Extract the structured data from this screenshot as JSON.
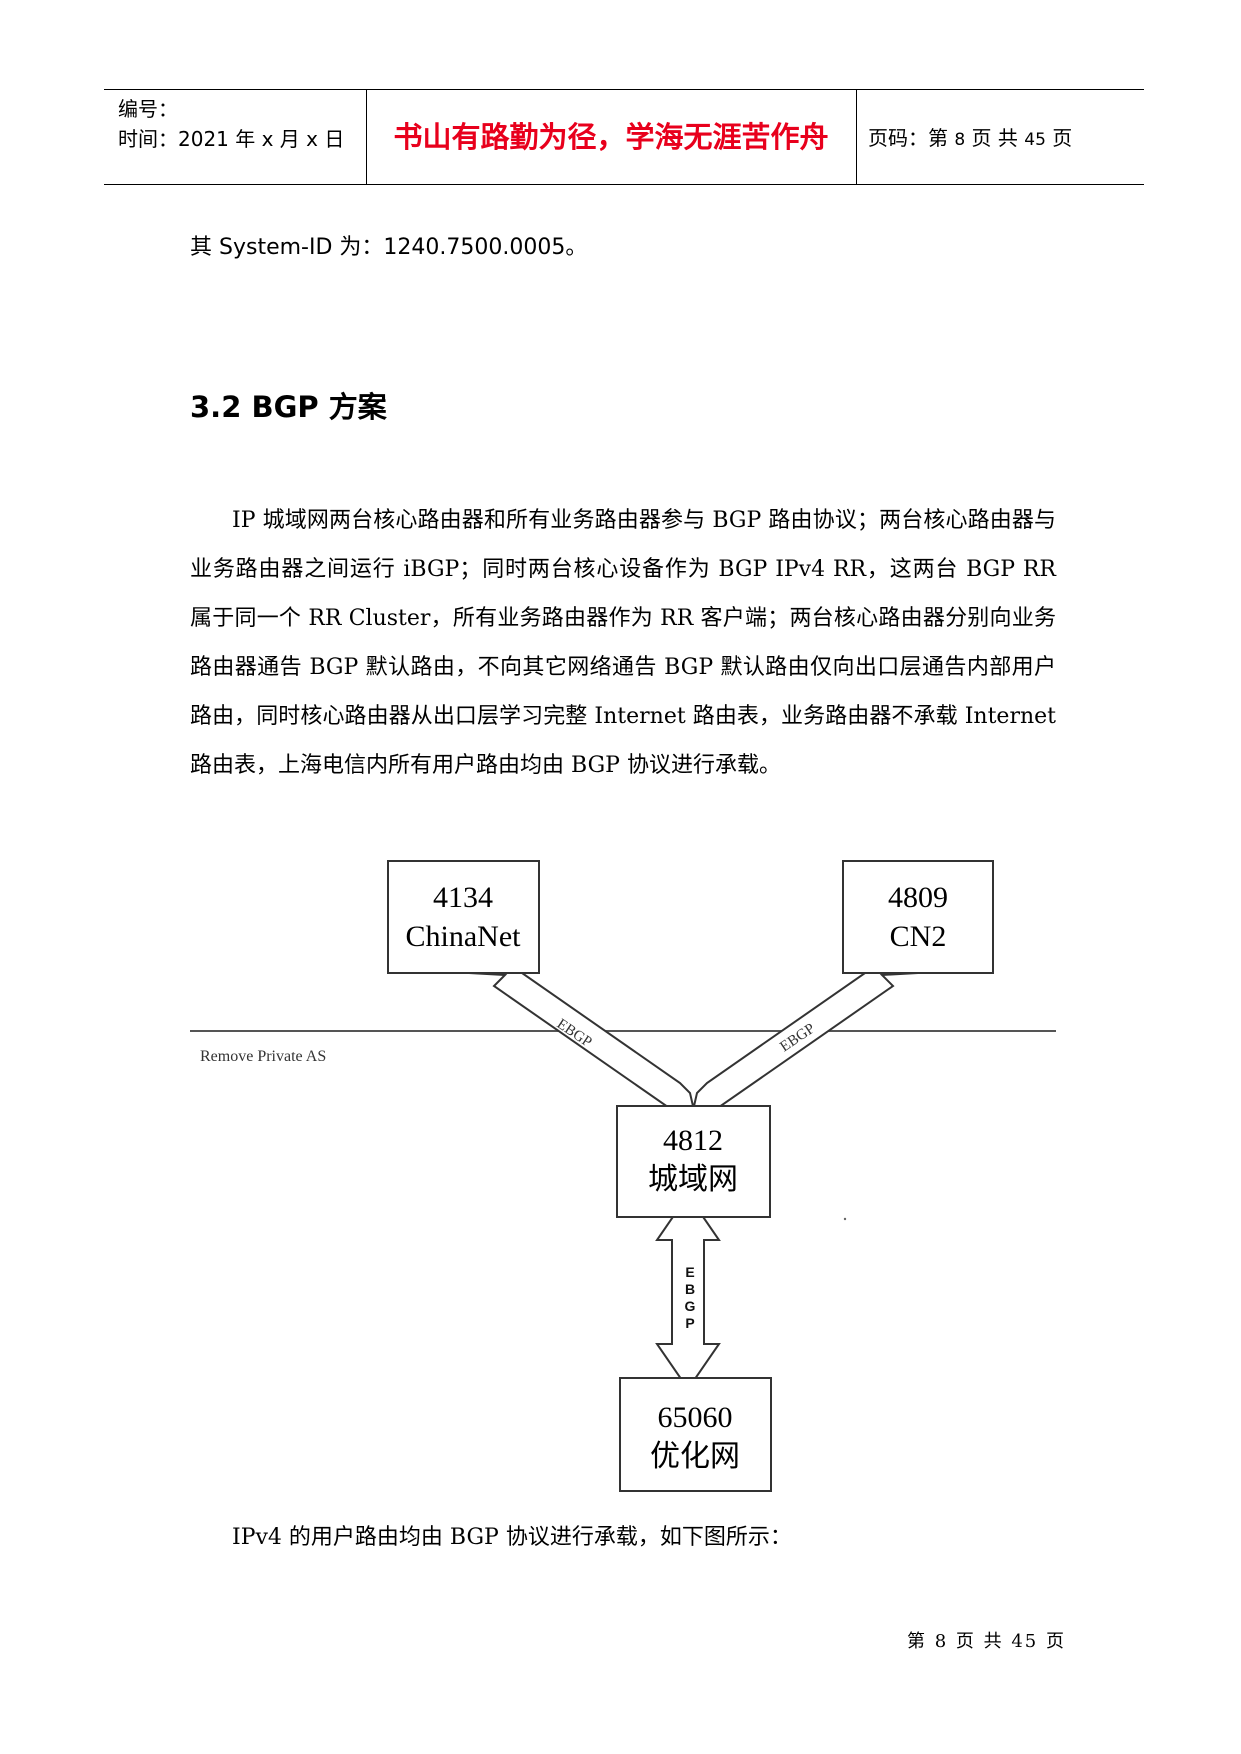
{
  "header": {
    "number_label": "编号：",
    "time_label": "时间：2021 年 x 月 x 日",
    "motto": "书山有路勤为径，学海无涯苦作舟",
    "page_prefix": "页码：第",
    "page_num": "8",
    "page_mid": "页  共",
    "page_total": "45",
    "page_suffix": "页"
  },
  "body": {
    "system_id_line": "其 System-ID 为：1240.7500.0005。",
    "section_title": "3.2  BGP 方案",
    "paragraph": "IP 城域网两台核心路由器和所有业务路由器参与 BGP 路由协议；两台核心路由器与业务路由器之间运行 iBGP；同时两台核心设备作为 BGP IPv4 RR，这两台 BGP RR 属于同一个 RR Cluster，所有业务路由器作为 RR 客户端；两台核心路由器分别向业务路由器通告 BGP 默认路由，不向其它网络通告 BGP 默认路由仅向出口层通告内部用户路由，同时核心路由器从出口层学习完整 Internet 路由表，业务路由器不承载 Internet 路由表，上海电信内所有用户路由均由 BGP 协议进行承载。",
    "paragraph2": "IPv4 的用户路由均由 BGP 协议进行承载，如下图所示："
  },
  "diagram": {
    "nodes": [
      {
        "id": "chinanet",
        "line1": "4134",
        "line2": "ChinaNet"
      },
      {
        "id": "cn2",
        "line1": "4809",
        "line2": "CN2"
      },
      {
        "id": "metro",
        "line1": "4812",
        "line2": "城域网"
      },
      {
        "id": "optimized",
        "line1": "65060",
        "line2": "优化网"
      }
    ],
    "edge_labels": {
      "left": "EBGP",
      "right": "EBGP",
      "vertical": [
        "E",
        "B",
        "G",
        "P"
      ]
    },
    "annotation": "Remove Private AS"
  },
  "footer": {
    "text": "第 8 页 共 45 页"
  }
}
